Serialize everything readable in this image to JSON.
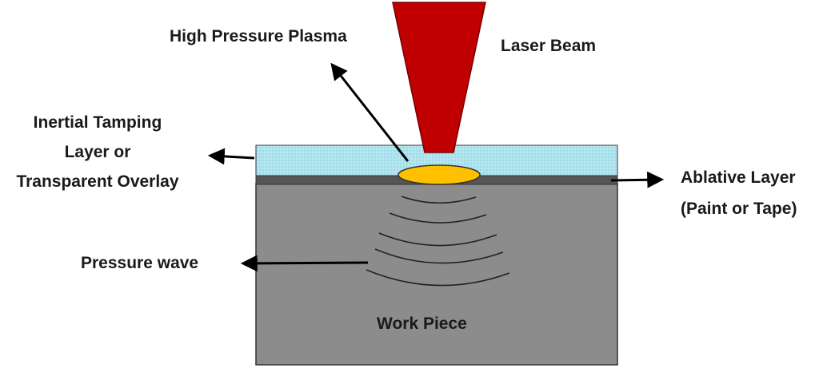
{
  "labels": {
    "high_pressure_plasma": "High Pressure Plasma",
    "laser_beam": "Laser Beam",
    "tamping_line1": "Inertial Tamping",
    "tamping_line2": "Layer or",
    "tamping_line3": "Transparent Overlay",
    "ablative_line1": "Ablative Layer",
    "ablative_line2": "(Paint or Tape)",
    "pressure_wave": "Pressure wave",
    "work_piece": "Work Piece"
  },
  "colors": {
    "laser": "#c00000",
    "plasma": "#ffc000",
    "overlay": "#aee4ee",
    "ablative": "#555555",
    "workpiece": "#8c8c8c"
  }
}
